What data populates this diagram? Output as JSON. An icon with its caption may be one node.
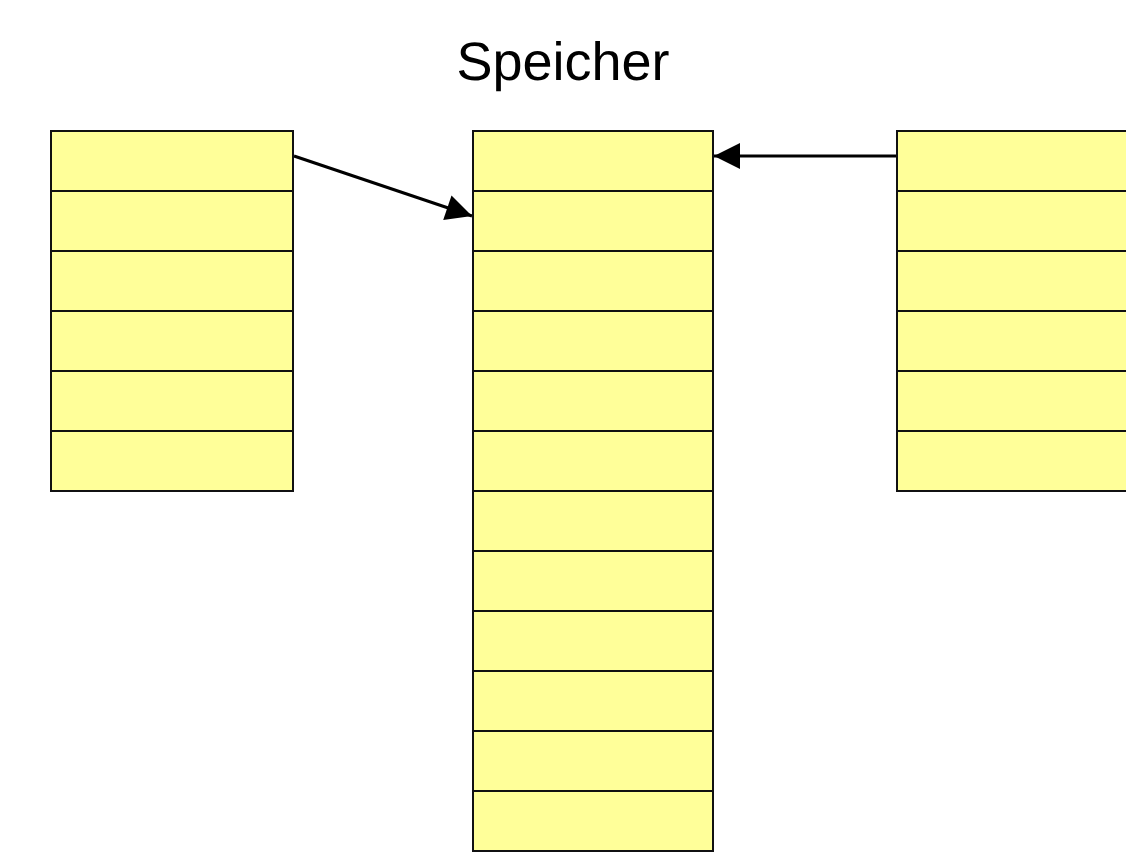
{
  "diagram": {
    "title": "Speicher",
    "nodes": [
      {
        "text": [],
        "shape": "box"
      },
      {
        "text": [],
        "shape": "box"
      },
      {
        "text": [],
        "shape": "box"
      },
      {
        "text": [],
        "shape": "box"
      },
      {
        "text": [],
        "shape": "box"
      },
      {
        "text": [],
        "shape": "box"
      },
      {
        "text": [],
        "shape": "box"
      },
      {
        "text": [],
        "shape": "box"
      },
      {
        "text": [],
        "shape": "box"
      },
      {
        "text": [],
        "shape": "box"
      },
      {
        "text": [],
        "shape": "box"
      },
      {
        "text": [],
        "shape": "box"
      },
      {
        "text": [],
        "shape": "box"
      },
      {
        "text": [],
        "shape": "box"
      },
      {
        "text": [],
        "shape": "box"
      },
      {
        "text": [],
        "shape": "box"
      },
      {
        "text": [],
        "shape": "box"
      },
      {
        "text": [],
        "shape": "box"
      },
      {
        "text": [],
        "shape": "box"
      },
      {
        "text": [],
        "shape": "box"
      },
      {
        "text": [],
        "shape": "box"
      },
      {
        "text": [],
        "shape": "box"
      },
      {
        "text": [],
        "shape": "box"
      },
      {
        "text": [],
        "shape": "box"
      }
    ],
    "edges": [
      {
        "from": 0,
        "to": 7,
        "arrow": "to"
      },
      {
        "from": 18,
        "to": 6,
        "arrow": "to"
      }
    ]
  }
}
